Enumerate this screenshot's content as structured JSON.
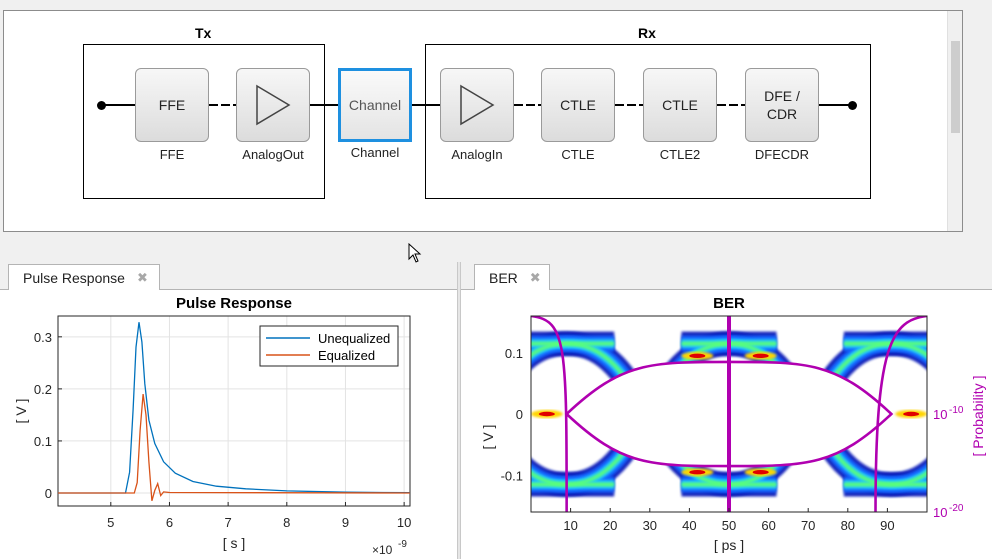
{
  "model": {
    "tx": {
      "title": "Tx"
    },
    "rx": {
      "title": "Rx"
    },
    "blocks": [
      {
        "text": "FFE",
        "label": "FFE"
      },
      {
        "text": "",
        "label": "AnalogOut",
        "icon": "triangle-icon"
      },
      {
        "text": "Channel",
        "label": "Channel"
      },
      {
        "text": "",
        "label": "AnalogIn",
        "icon": "triangle-icon"
      },
      {
        "text": "CTLE",
        "label": "CTLE"
      },
      {
        "text": "CTLE",
        "label": "CTLE2"
      },
      {
        "text": "DFE /\nCDR",
        "label": "DFECDR"
      }
    ]
  },
  "tabs": {
    "pulse": {
      "label": "Pulse Response",
      "close": "✖"
    },
    "ber": {
      "label": "BER",
      "close": "✖"
    }
  },
  "colors": {
    "selection": "#1e90e0",
    "unequalized": "#0072bd",
    "equalized": "#d95319",
    "contour": "#b000b0"
  },
  "chart_data": [
    {
      "type": "line",
      "title": "Pulse Response",
      "xlabel": "[ s ]",
      "ylabel": "[ V ]",
      "x_exponent": "×10",
      "x_exponent_power": "-9",
      "xlim": [
        4.1,
        10.1
      ],
      "ylim": [
        -0.025,
        0.34
      ],
      "xticks": [
        5,
        6,
        7,
        8,
        9,
        10
      ],
      "yticks": [
        0,
        0.1,
        0.2,
        0.3
      ],
      "ytick_labels": [
        "0",
        "0.1",
        "0.2",
        "0.3"
      ],
      "grid": true,
      "legend": "top-right",
      "series": [
        {
          "name": "Unequalized",
          "color": "#0072bd",
          "points": [
            [
              4.1,
              0
            ],
            [
              5.25,
              0
            ],
            [
              5.32,
              0.04
            ],
            [
              5.38,
              0.16
            ],
            [
              5.43,
              0.28
            ],
            [
              5.48,
              0.328
            ],
            [
              5.53,
              0.29
            ],
            [
              5.58,
              0.21
            ],
            [
              5.65,
              0.14
            ],
            [
              5.75,
              0.095
            ],
            [
              5.9,
              0.06
            ],
            [
              6.1,
              0.038
            ],
            [
              6.4,
              0.022
            ],
            [
              6.8,
              0.013
            ],
            [
              7.3,
              0.008
            ],
            [
              8.0,
              0.004
            ],
            [
              9.0,
              0.0015
            ],
            [
              10.1,
              0.0005
            ]
          ]
        },
        {
          "name": "Equalized",
          "color": "#d95319",
          "points": [
            [
              4.1,
              0
            ],
            [
              5.4,
              0
            ],
            [
              5.45,
              0.02
            ],
            [
              5.5,
              0.12
            ],
            [
              5.55,
              0.19
            ],
            [
              5.6,
              0.15
            ],
            [
              5.65,
              0.06
            ],
            [
              5.7,
              -0.015
            ],
            [
              5.75,
              0.005
            ],
            [
              5.8,
              0.018
            ],
            [
              5.85,
              -0.005
            ],
            [
              5.9,
              0.002
            ],
            [
              6.0,
              0.001
            ],
            [
              10.1,
              0
            ]
          ]
        }
      ]
    },
    {
      "type": "heatmap",
      "title": "BER",
      "xlabel": "[ ps ]",
      "ylabel": "[ V ]",
      "y2label": "[ Probability ]",
      "xlim": [
        0,
        100
      ],
      "ylim": [
        -0.16,
        0.16
      ],
      "xticks": [
        10,
        20,
        30,
        40,
        50,
        60,
        70,
        80,
        90
      ],
      "yticks": [
        0.1,
        0,
        -0.1
      ],
      "ytick_labels": [
        "0.1",
        "0",
        "-0.1"
      ],
      "y2ticks": [
        {
          "base": "10",
          "exp": "-10",
          "y": 0
        },
        {
          "base": "10",
          "exp": "-20",
          "y": -0.16
        }
      ],
      "eye": {
        "crossings_ps": [
          9,
          50,
          91
        ],
        "upper_rail_v": 0.115,
        "lower_rail_v": -0.115,
        "inner_v": 0.085
      },
      "contour_color": "#b000b0"
    }
  ]
}
